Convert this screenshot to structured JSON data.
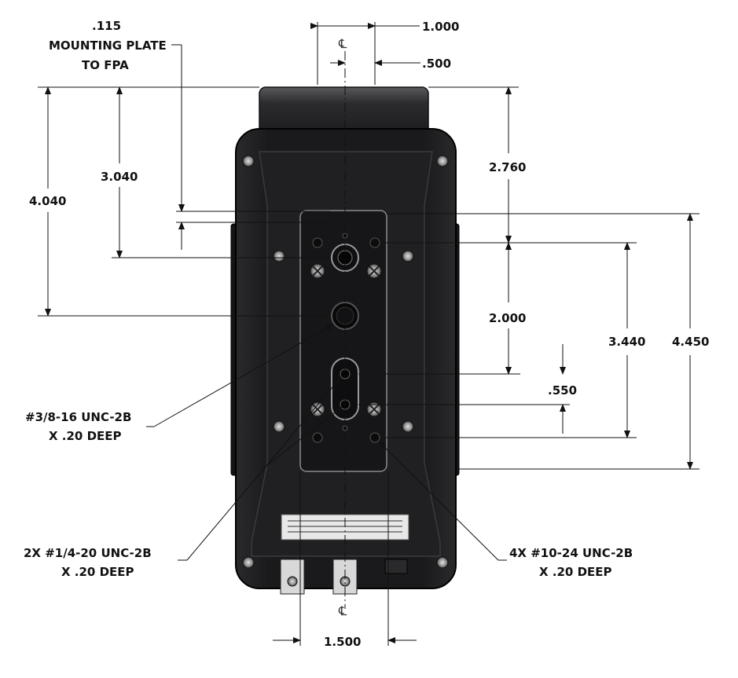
{
  "dimensions": {
    "d_1000": "1.000",
    "d_500": ".500",
    "d_115": ".115",
    "d_115_line2": "MOUNTING PLATE",
    "d_115_line3": "TO FPA",
    "d_4040": "4.040",
    "d_3040": "3.040",
    "d_2760": "2.760",
    "d_2000": "2.000",
    "d_3440": "3.440",
    "d_4450": "4.450",
    "d_550": ".550",
    "d_1500": "1.500"
  },
  "callouts": {
    "hole_38": {
      "line1": "#3/8-16 UNC-2B",
      "line2": "X .20 DEEP"
    },
    "hole_14": {
      "line1": "2X #1/4-20 UNC-2B",
      "line2": "X .20 DEEP"
    },
    "hole_10": {
      "line1": "4X #10-24 UNC-2B",
      "line2": "X .20 DEEP"
    }
  },
  "centerline_symbol": "℄",
  "colors": {
    "body": "#1c1c1e",
    "body_edge": "#3a3a3c",
    "plate": "#141416",
    "label": "#e8e8e8",
    "line": "#111111"
  }
}
